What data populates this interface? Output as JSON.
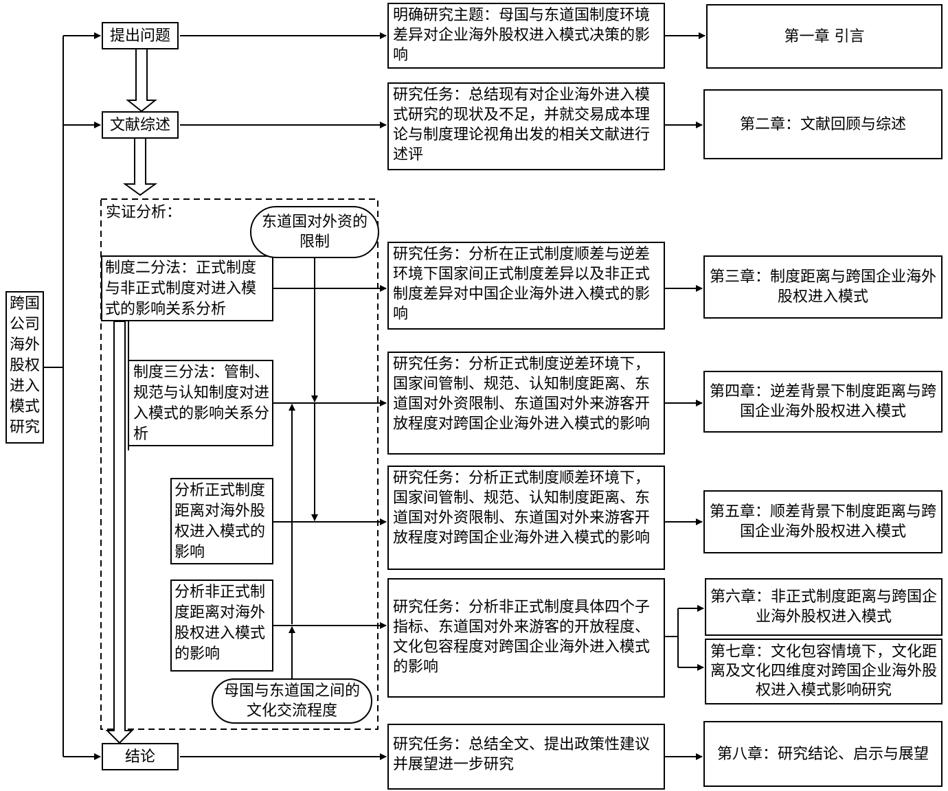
{
  "left_label": "跨国公司海外股权进入模式研究",
  "stages": {
    "ask": "提出问题",
    "review": "文献综述",
    "empirical": "实证分析：",
    "conclusion": "结论"
  },
  "methods": {
    "dual": "制度二分法：正式制度与非正式制度对进入模式的影响关系分析",
    "triple": "制度三分法：管制、规范与认知制度对进入模式的影响关系分析",
    "formal": "分析正式制度距离对海外股权进入模式的影响",
    "informal": "分析非正式制度距离对海外股权进入模式的影响"
  },
  "moderators": {
    "host_restriction": "东道国对外资的限制",
    "cultural_exchange": "母国与东道国之间的文化交流程度"
  },
  "tasks": [
    "明确研究主题：母国与东道国制度环境差异对企业海外股权进入模式决策的影响",
    "研究任务：总结现有对企业海外进入模式研究的现状及不足，并就交易成本理论与制度理论视角出发的相关文献进行述评",
    "研究任务：分析在正式制度顺差与逆差环境下国家间正式制度差异以及非正式制度差异对中国企业海外进入模式的影响",
    "研究任务：分析正式制度逆差环境下，国家间管制、规范、认知制度距离、东道国对外资限制、东道国对外来游客开放程度对跨国企业海外进入模式的影响",
    "研究任务：分析正式制度顺差环境下，国家间管制、规范、认知制度距离、东道国对外资限制、东道国对外来游客开放程度对跨国企业海外进入模式的影响",
    "研究任务：分析非正式制度具体四个子指标、东道国对外来游客的开放程度、文化包容程度对跨国企业海外进入模式的影响",
    "研究任务：总结全文、提出政策性建议并展望进一步研究"
  ],
  "chapters": [
    "第一章 引言",
    "第二章：文献回顾与综述",
    "第三章：制度距离与跨国企业海外股权进入模式",
    "第四章：逆差背景下制度距离与跨国企业海外股权进入模式",
    "第五章：顺差背景下制度距离与跨国企业海外股权进入模式",
    "第六章：非正式制度距离与跨国企业海外股权进入模式",
    "第七章：文化包容情境下，文化距离及文化四维度对跨国企业海外股权进入模式影响研究",
    "第八章：研究结论、启示与展望"
  ]
}
